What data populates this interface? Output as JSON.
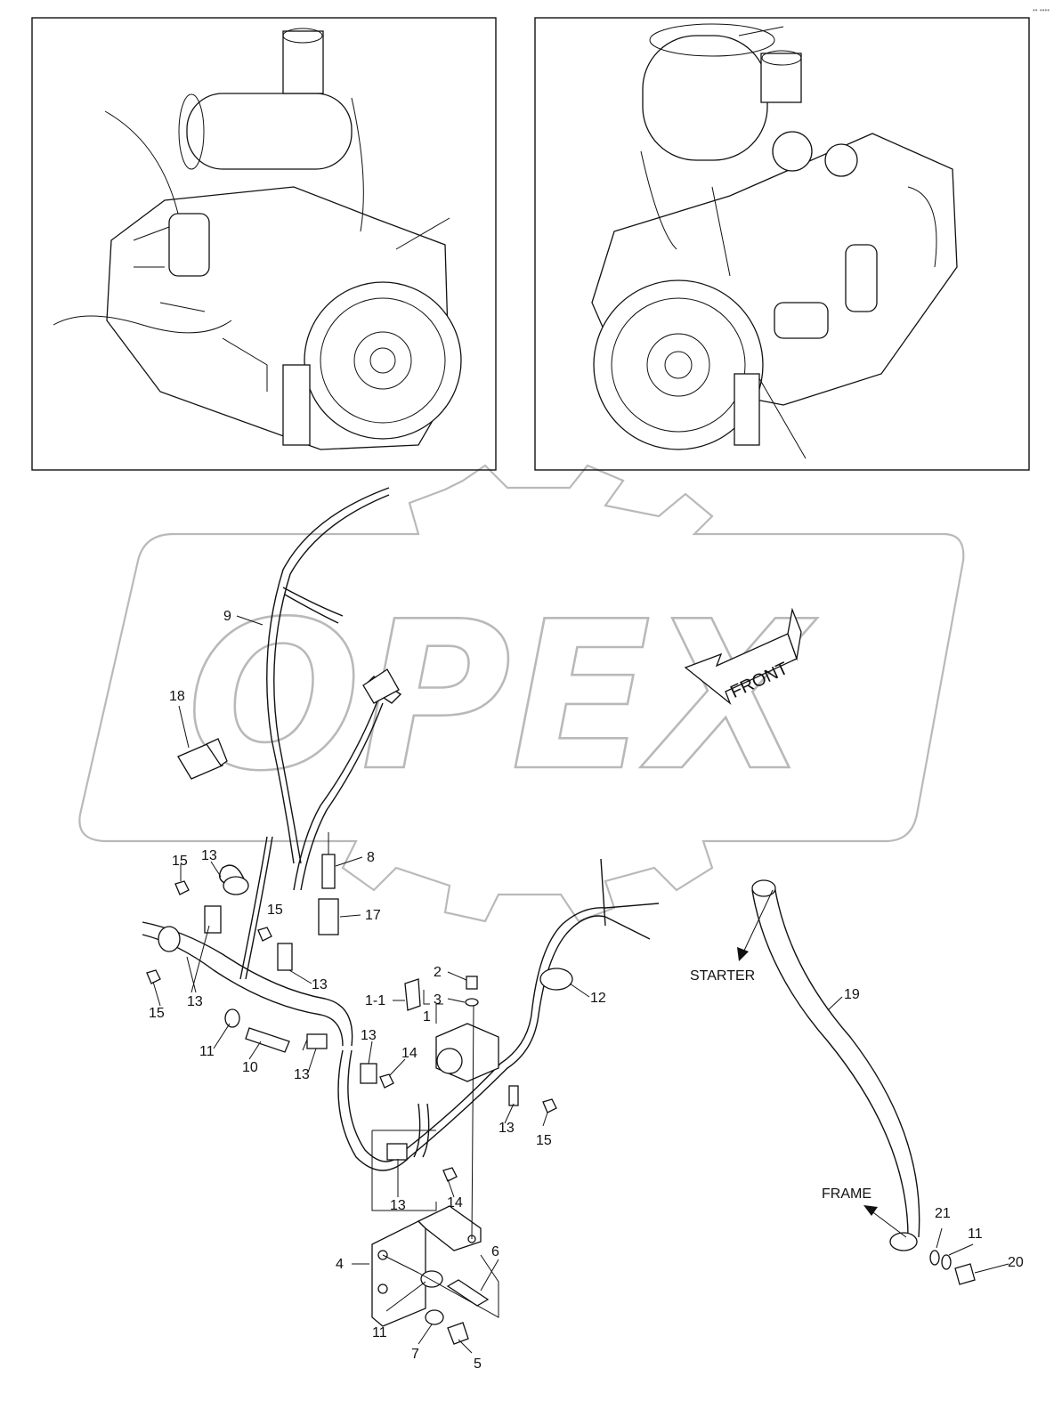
{
  "watermark": {
    "text": "OPEX"
  },
  "arrow_front": {
    "text": "FRONT"
  },
  "labels": {
    "p9": "9",
    "p18": "18",
    "p8": "8",
    "p17": "17",
    "p15a": "15",
    "p13a": "13",
    "p15b": "15",
    "p15c": "15",
    "p13b": "13",
    "p13c": "13",
    "p2": "2",
    "p11": "1-1",
    "p3": "3",
    "p1": "1",
    "p12": "12",
    "p11a": "11",
    "p10": "10",
    "p13d": "13",
    "p13e": "13",
    "p14a": "14",
    "p13f": "13",
    "p15d": "15",
    "p14b": "14",
    "p13g": "13",
    "p4": "4",
    "p6": "6",
    "p11b": "11",
    "p7": "7",
    "p5": "5",
    "p19": "19",
    "p21": "21",
    "p11c": "11",
    "p20": "20"
  },
  "callouts": {
    "starter": "STARTER",
    "frame": "FRAME"
  },
  "corner_mark": "•• ••••"
}
